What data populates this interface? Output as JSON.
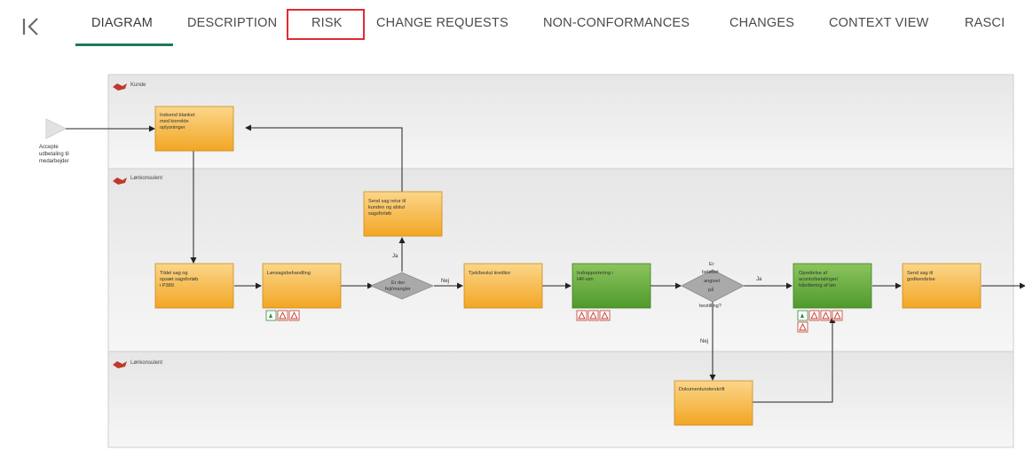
{
  "tabs": [
    {
      "id": "diagram",
      "label": "DIAGRAM"
    },
    {
      "id": "description",
      "label": "DESCRIPTION"
    },
    {
      "id": "risk",
      "label": "RISK"
    },
    {
      "id": "change_requests",
      "label": "CHANGE REQUESTS"
    },
    {
      "id": "non_conformances",
      "label": "NON-CONFORMANCES"
    },
    {
      "id": "changes",
      "label": "CHANGES"
    },
    {
      "id": "context_view",
      "label": "CONTEXT VIEW"
    },
    {
      "id": "rasci",
      "label": "RASCI"
    }
  ],
  "active_tab": "DIAGRAM",
  "highlighted_tab": "RISK",
  "colors": {
    "accent": "#1f7a5a",
    "highlight": "#e02b35",
    "process_orange": "#f6b73c",
    "process_green": "#6aae3b",
    "gateway": "#a8a8a8",
    "lane_bg": "#ececec"
  },
  "diagram": {
    "lanes": [
      {
        "label": "Kunde"
      },
      {
        "label": "Lønkonsulent"
      },
      {
        "label": "Lønkonsulent"
      }
    ],
    "start_event": {
      "label_lines": [
        "Accepte",
        "udbetaling til",
        "medarbejder"
      ]
    },
    "processes": {
      "p1": {
        "lines": [
          "Indsend blanket",
          "med korrekte",
          "oplysninger"
        ]
      },
      "p2": {
        "lines": [
          "Send sag retur til",
          "kunden og afslut",
          "sagsforløb"
        ]
      },
      "p3": {
        "lines": [
          "Tildel sag og",
          "opsæt sagsforløb",
          "i P389"
        ]
      },
      "p4": {
        "lines": [
          "Lønsagsbehandling"
        ]
      },
      "p5": {
        "lines": [
          "Tjek/beslut kreditor"
        ]
      },
      "p6": {
        "lines": [
          "Indrapportering i",
          "HR-sim"
        ]
      },
      "p7": {
        "lines": [
          "Oprettelse af",
          "aconto/betalinger/",
          "håndtering af løn"
        ]
      },
      "p8": {
        "lines": [
          "Send sag til",
          "godkendelse"
        ]
      },
      "p9": {
        "lines": [
          "Dokumentunderskrift"
        ]
      }
    },
    "gateways": {
      "g1": {
        "lines": [
          "Er der",
          "fejl/mangler"
        ]
      },
      "g2": {
        "lines": [
          "Er",
          "beløbet",
          "angivet",
          "på",
          "bestilling?"
        ]
      }
    },
    "edge_labels": {
      "ja1": "Ja",
      "nej1": "Nej",
      "ja2": "Ja",
      "nej2": "Nej"
    }
  }
}
